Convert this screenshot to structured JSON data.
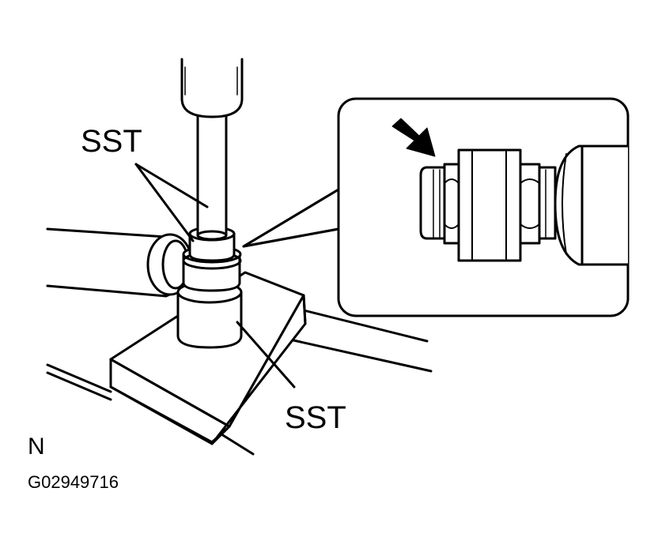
{
  "labels": {
    "sst_upper": "SST",
    "sst_lower": "SST",
    "corner_letter": "N",
    "figure_code": "G02949716"
  },
  "colors": {
    "line": "#000000",
    "background": "#ffffff"
  }
}
